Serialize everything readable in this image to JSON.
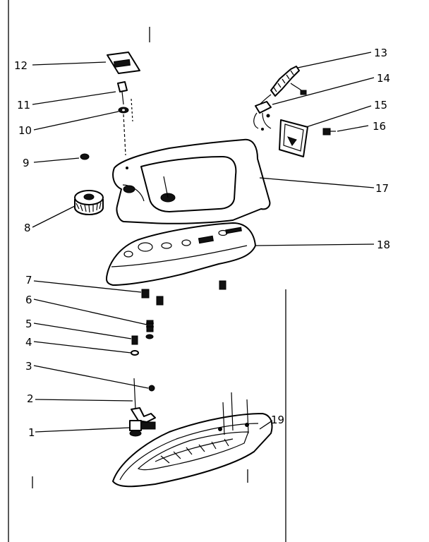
{
  "callouts": {
    "p1": "1",
    "p2": "2",
    "p3": "3",
    "p4": "4",
    "p5": "5",
    "p6": "6",
    "p7": "7",
    "p8": "8",
    "p9": "9",
    "p10": "10",
    "p11": "11",
    "p12": "12",
    "p13": "13",
    "p14": "14",
    "p15": "15",
    "p16": "16",
    "p17": "17",
    "p18": "18",
    "p19": "19"
  },
  "colors": {
    "ink": "#000000",
    "paper": "#ffffff"
  }
}
